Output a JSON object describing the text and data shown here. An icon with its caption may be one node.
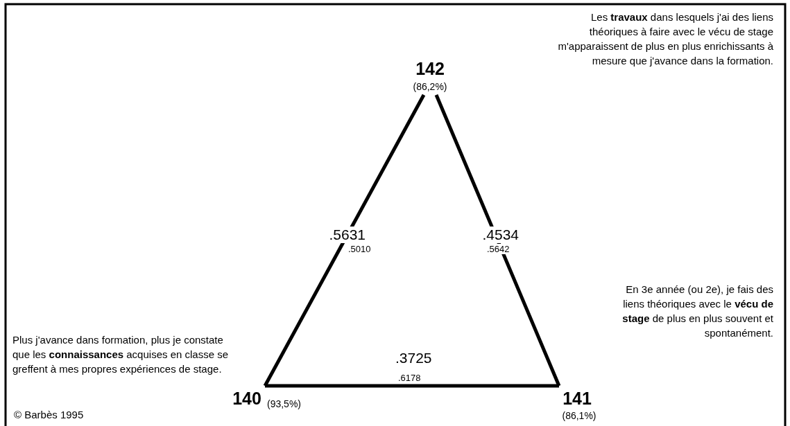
{
  "diagram": {
    "nodes": [
      {
        "text": [
          "142"
        ],
        "beside": [
          "(86,2%)"
        ]
      },
      {
        "text": [
          "140"
        ],
        "beside": [
          "(93,5%)"
        ]
      },
      {
        "text": [
          "141"
        ],
        "beside": [
          "(86,1%)"
        ]
      }
    ],
    "edges": [
      {
        "from": 0,
        "to": 1,
        "arrow": "none",
        "label": ".5631"
      },
      {
        "from": 0,
        "to": 2,
        "arrow": "none",
        "label": ".4534"
      },
      {
        "from": 1,
        "to": 2,
        "arrow": "none",
        "label": ".3725"
      }
    ],
    "labels": [
      "Les **travaux** dans lesquels j'ai des liens théoriques à faire avec le vécu de stage m'apparaissent de plus en plus enrichissants à mesure que j'avance dans la formation.",
      ".5010",
      ".5642",
      "En 3e année (ou 2e), je fais des liens théoriques avec le **vécu de stage** de plus en plus souvent et spontanément.",
      ".6178",
      "Plus j'avance dans formation, plus je constate que les **connaissances** acquises en classe se greffent à mes propres expériences de stage.",
      "© Barbès 1995"
    ]
  }
}
